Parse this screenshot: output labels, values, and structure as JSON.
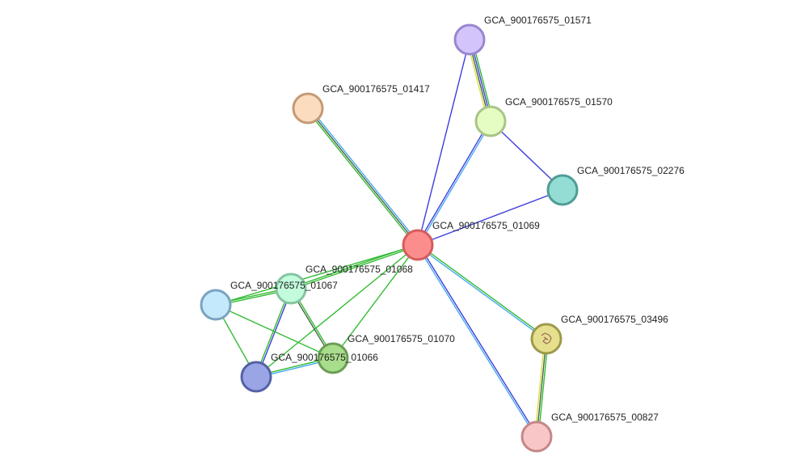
{
  "nodes": [
    {
      "id": "n01069",
      "label": "GCA_900176575_01069",
      "fill": "#fc8d8d",
      "stroke": "#d65c5c"
    },
    {
      "id": "n01571",
      "label": "GCA_900176575_01571",
      "fill": "#d4c4fc",
      "stroke": "#9a86cf"
    },
    {
      "id": "n01570",
      "label": "GCA_900176575_01570",
      "fill": "#e5fcc2",
      "stroke": "#a9c487"
    },
    {
      "id": "n02276",
      "label": "GCA_900176575_02276",
      "fill": "#93ddd5",
      "stroke": "#4f9d95"
    },
    {
      "id": "n01417",
      "label": "GCA_900176575_01417",
      "fill": "#fcdcbe",
      "stroke": "#c49a76"
    },
    {
      "id": "n01068",
      "label": "GCA_900176575_01068",
      "fill": "#c2fcdc",
      "stroke": "#86c4a2"
    },
    {
      "id": "n01067",
      "label": "GCA_900176575_01067",
      "fill": "#c4e9fc",
      "stroke": "#7aa3bf"
    },
    {
      "id": "n01070",
      "label": "GCA_900176575_01070",
      "fill": "#a8dd8b",
      "stroke": "#6a9d55"
    },
    {
      "id": "n01066",
      "label": "GCA_900176575_01066",
      "fill": "#99a5e4",
      "stroke": "#5561a6"
    },
    {
      "id": "n03496",
      "label": "GCA_900176575_03496",
      "fill": "#e6e08e",
      "stroke": "#9e994b"
    },
    {
      "id": "n00827",
      "label": "GCA_900176575_00827",
      "fill": "#f8c6c6",
      "stroke": "#c48787"
    }
  ],
  "edges": [
    {
      "source": "n01069",
      "target": "n01571",
      "colors": [
        "#3d3dde"
      ]
    },
    {
      "source": "n01069",
      "target": "n01570",
      "colors": [
        "#3d3dde",
        "#44aaee"
      ]
    },
    {
      "source": "n01069",
      "target": "n02276",
      "colors": [
        "#3d3dde"
      ]
    },
    {
      "source": "n01069",
      "target": "n01417",
      "colors": [
        "#33bb33",
        "#446644",
        "#44aaee"
      ]
    },
    {
      "source": "n01069",
      "target": "n01068",
      "colors": [
        "#33bb33",
        "#33bb33"
      ]
    },
    {
      "source": "n01069",
      "target": "n01067",
      "colors": [
        "#33bb33"
      ]
    },
    {
      "source": "n01069",
      "target": "n01066",
      "colors": [
        "#33bb33"
      ]
    },
    {
      "source": "n01069",
      "target": "n01070",
      "colors": [
        "#33bb33"
      ]
    },
    {
      "source": "n01069",
      "target": "n03496",
      "colors": [
        "#33bb33",
        "#44aaee"
      ]
    },
    {
      "source": "n01069",
      "target": "n00827",
      "colors": [
        "#3d3dde",
        "#44aaee"
      ]
    },
    {
      "source": "n01571",
      "target": "n01570",
      "colors": [
        "#33bb33",
        "#3d3dde",
        "#446644",
        "#dddd44"
      ]
    },
    {
      "source": "n01570",
      "target": "n02276",
      "colors": [
        "#3d3dde"
      ]
    },
    {
      "source": "n01068",
      "target": "n01067",
      "colors": [
        "#33bb33",
        "#33bb33"
      ]
    },
    {
      "source": "n01068",
      "target": "n01070",
      "colors": [
        "#33bb33",
        "#446644"
      ]
    },
    {
      "source": "n01068",
      "target": "n01066",
      "colors": [
        "#3d3dde",
        "#33bb33"
      ]
    },
    {
      "source": "n01067",
      "target": "n01066",
      "colors": [
        "#33bb33"
      ]
    },
    {
      "source": "n01067",
      "target": "n01070",
      "colors": [
        "#33bb33"
      ]
    },
    {
      "source": "n01066",
      "target": "n01070",
      "colors": [
        "#33bb33",
        "#44aaee"
      ]
    },
    {
      "source": "n03496",
      "target": "n00827",
      "colors": [
        "#33bb33",
        "#446644",
        "#dddd44"
      ]
    }
  ]
}
